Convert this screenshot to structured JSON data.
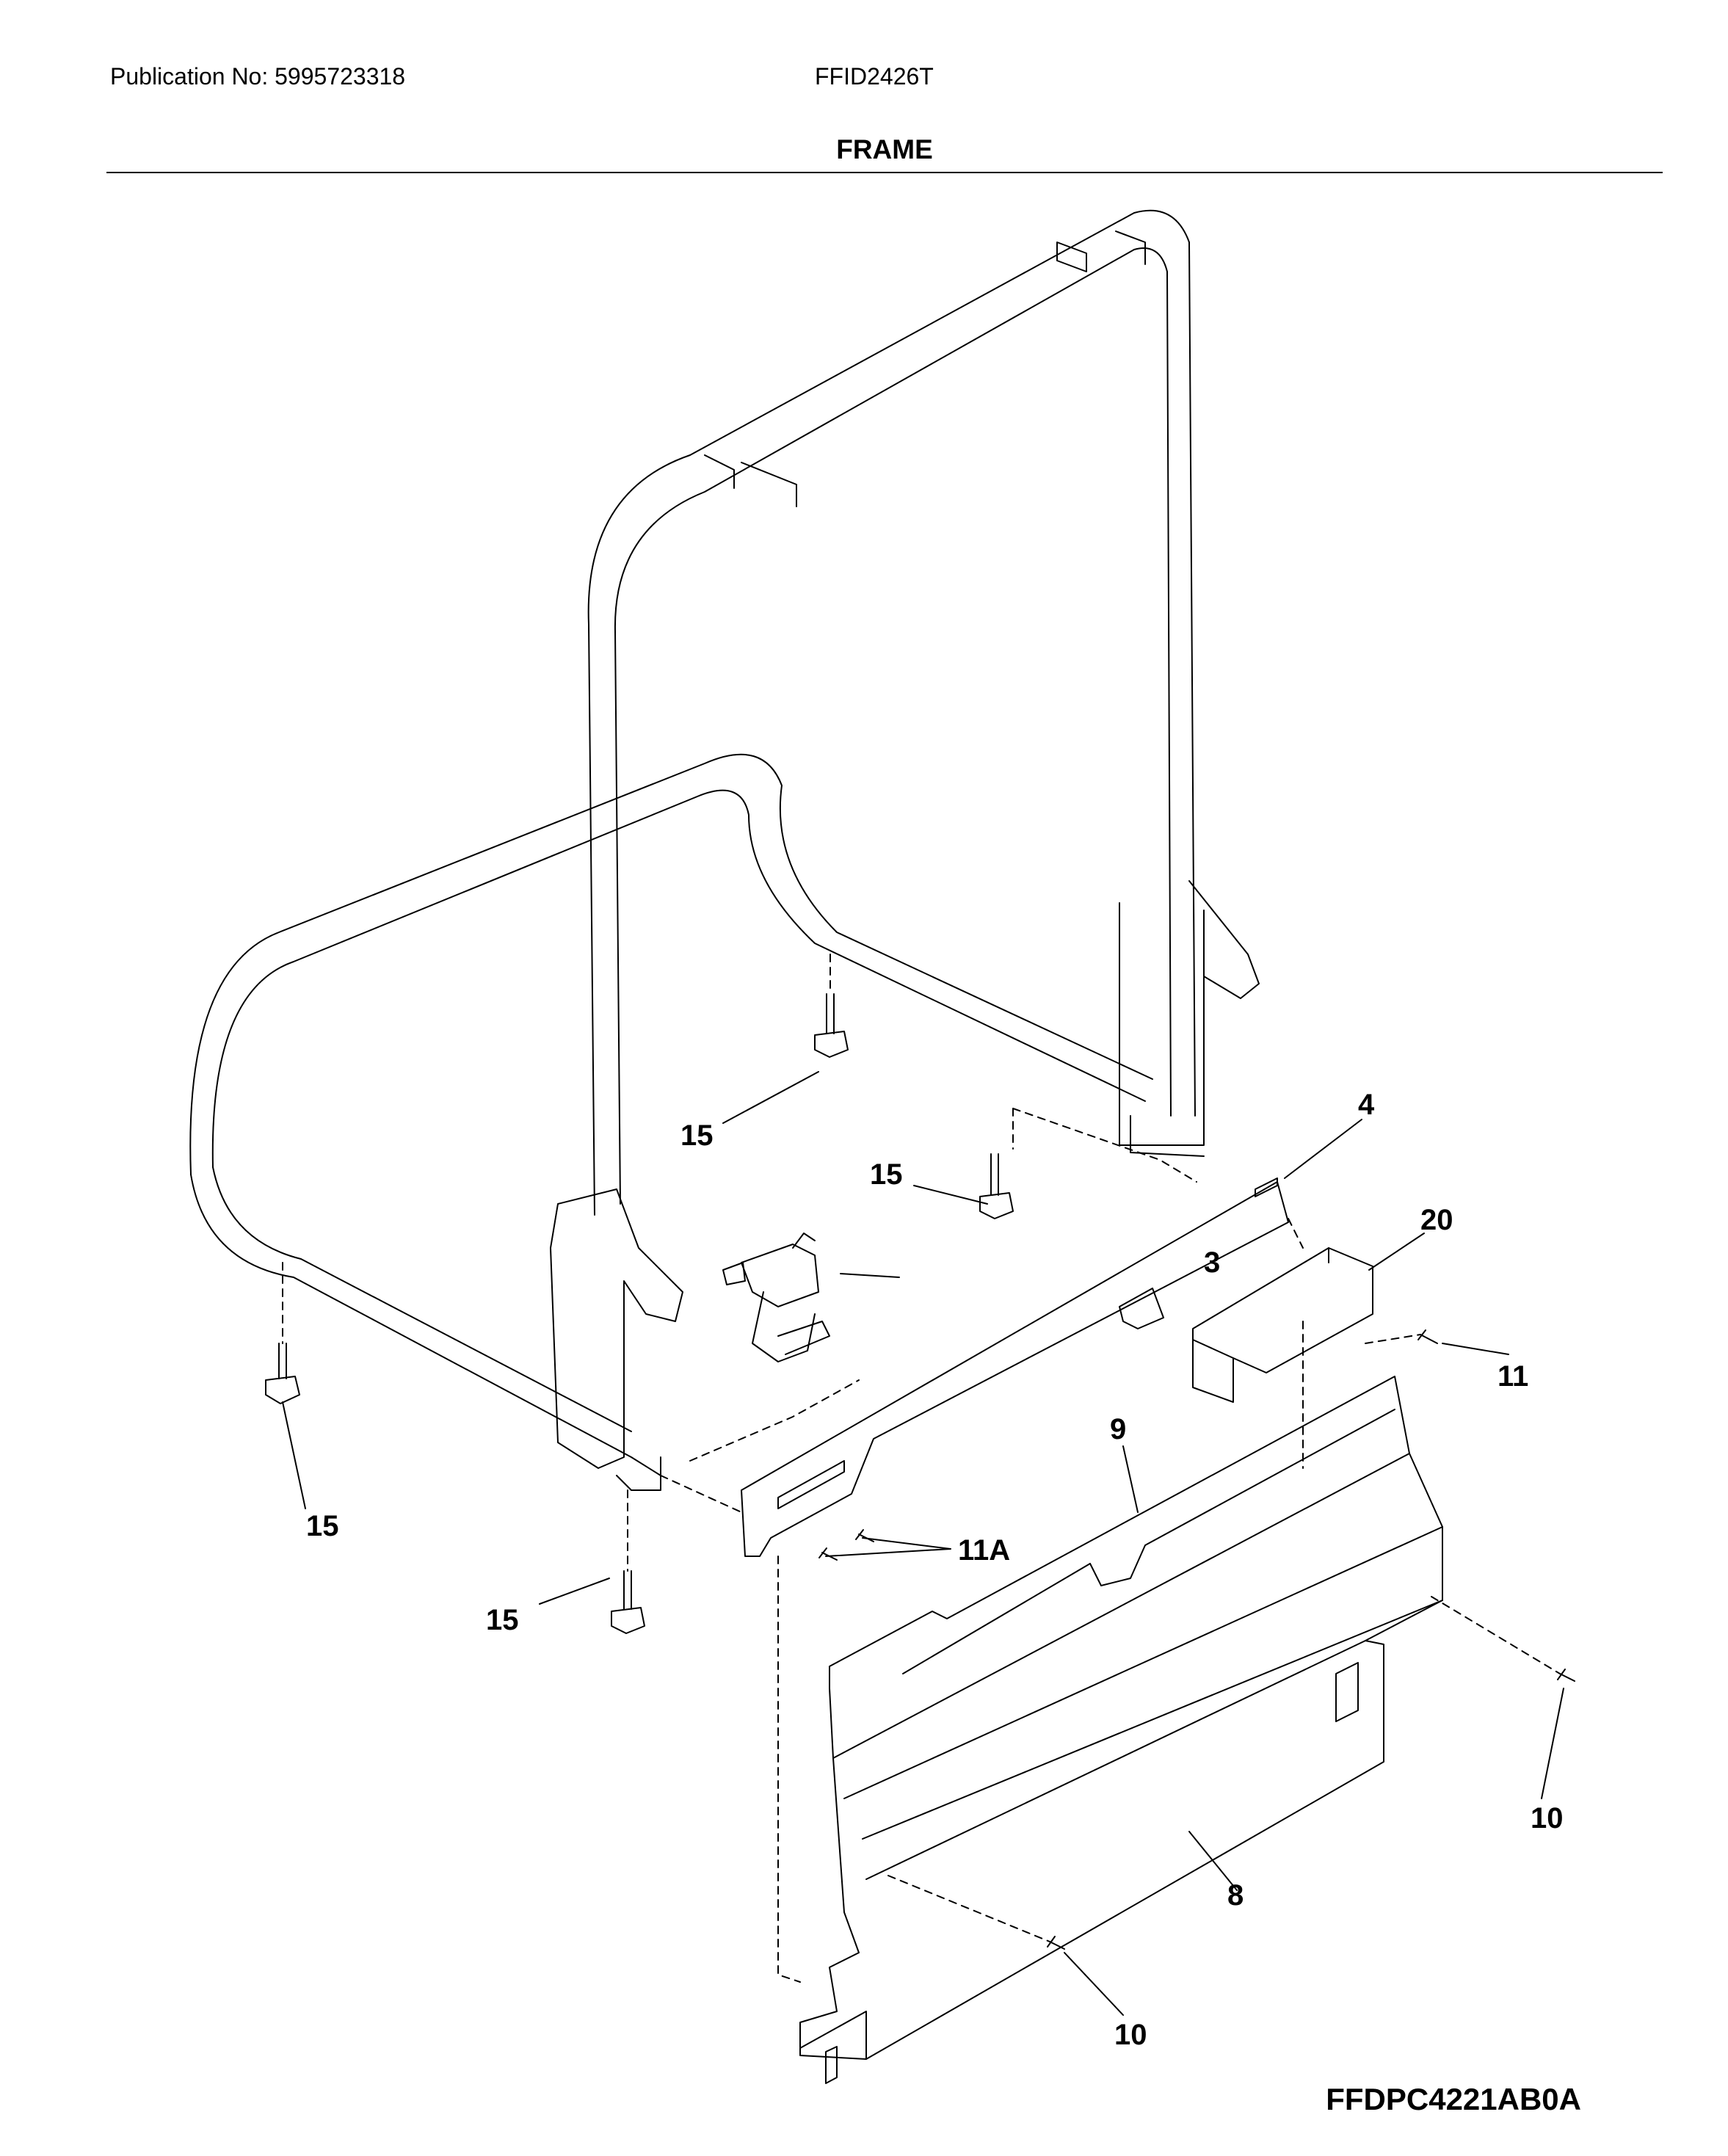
{
  "header": {
    "publication": "Publication No: 5995723318",
    "model": "FFID2426T",
    "title": "FRAME"
  },
  "footer": {
    "diagram_code": "FFDPC4221AB0A"
  },
  "callouts": {
    "c3": "3",
    "c4": "4",
    "c8": "8",
    "c9": "9",
    "c10a": "10",
    "c10b": "10",
    "c11": "11",
    "c11A": "11A",
    "c15a": "15",
    "c15b": "15",
    "c15c": "15",
    "c15d": "15",
    "c20": "20"
  }
}
